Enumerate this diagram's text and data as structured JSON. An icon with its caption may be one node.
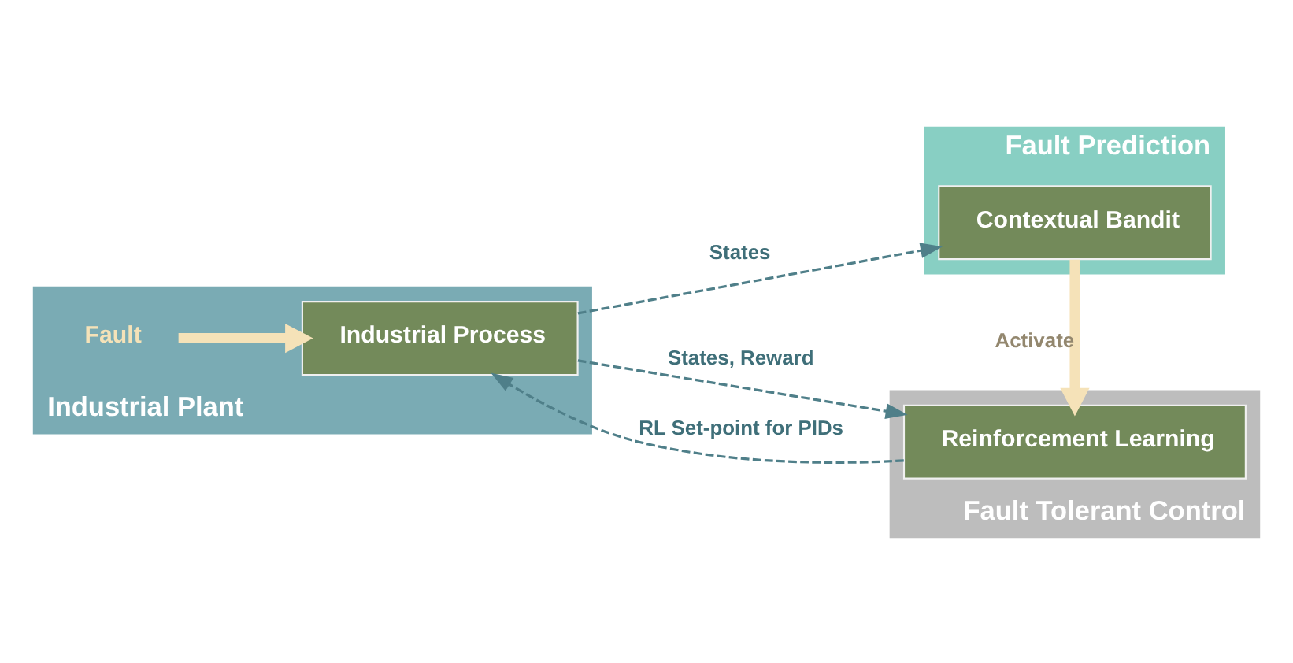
{
  "diagram": {
    "nodes": [
      {
        "text": [
          "Industrial Plant"
        ]
      },
      {
        "text": [
          "Fault"
        ],
        "in": 0
      },
      {
        "text": [
          "Industrial Process"
        ],
        "in": 0
      },
      {
        "text": [
          "Fault Prediction"
        ]
      },
      {
        "text": [
          "Contextual Bandit"
        ],
        "in": 3
      },
      {
        "text": [
          "Fault Tolerant Control"
        ]
      },
      {
        "text": [
          "Reinforcement Learning"
        ],
        "in": 5
      }
    ],
    "edges": [
      {
        "from": 1,
        "to": 2,
        "arrow": "to",
        "style": "thick",
        "color": "#f5e2b8"
      },
      {
        "from": 2,
        "to": 4,
        "arrow": "to",
        "label": "States",
        "style": "dashed"
      },
      {
        "from": 2,
        "to": 6,
        "arrow": "to",
        "label": "States, Reward",
        "style": "dashed"
      },
      {
        "from": 6,
        "to": 2,
        "arrow": "to",
        "label": "RL Set-point for PIDs",
        "style": "dashed"
      },
      {
        "from": 4,
        "to": 6,
        "arrow": "to",
        "label": "Activate",
        "style": "thick",
        "color": "#f5e2b8"
      }
    ]
  }
}
